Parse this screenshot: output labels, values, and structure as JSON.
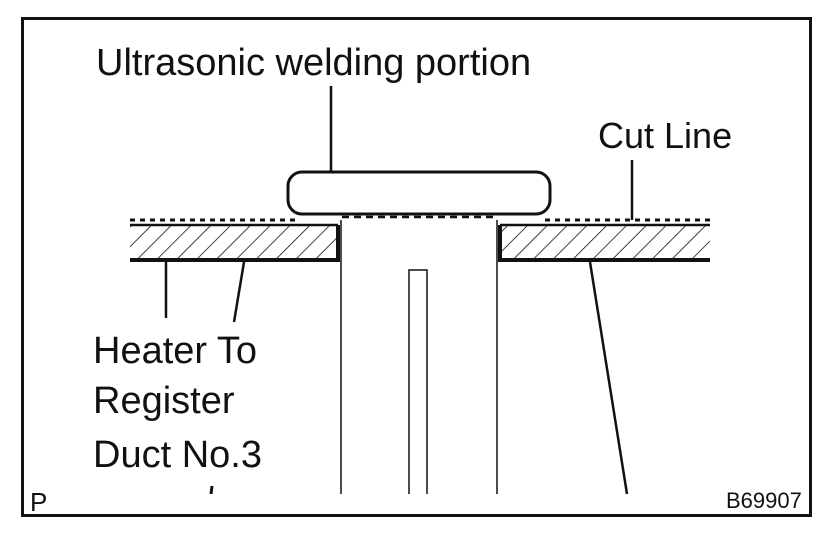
{
  "callouts": {
    "welding_portion": "Ultrasonic welding portion",
    "cut_line": "Cut Line",
    "part_name_lines": [
      "Heater To",
      "Register",
      "Duct No.3"
    ]
  },
  "corner_mark": "P",
  "figure_code": "B69907",
  "colors": {
    "line": "#111111",
    "background": "#ffffff"
  }
}
